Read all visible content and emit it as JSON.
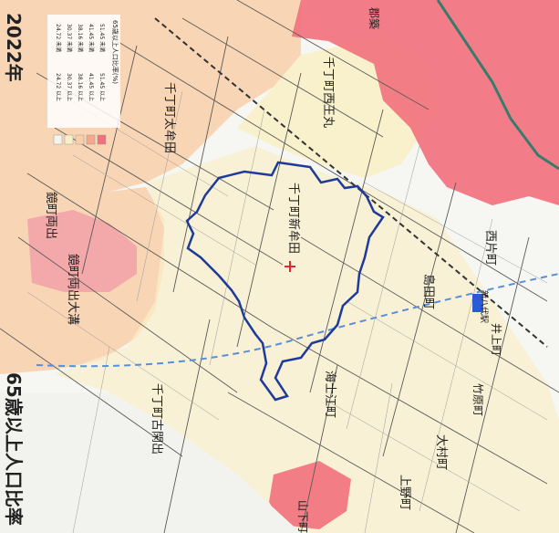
{
  "map": {
    "title": "65歳以上人口比率",
    "year": "2022年",
    "legend": {
      "heading": "65歳以上人口比率(%)",
      "items": [
        {
          "range": "51.45 以上",
          "color": "#f2707c"
        },
        {
          "range": "41.45 以上",
          "color": "#f6a88a"
        },
        {
          "range": "38.16 以上",
          "color": "#f8cfa8"
        },
        {
          "range": "30.37 以上",
          "color": "#faf0c8"
        },
        {
          "range": "24.72 以上",
          "color": "#f4f5ee"
        }
      ],
      "items_right": [
        {
          "range": "51.45 未満"
        },
        {
          "range": "41.45 未満"
        },
        {
          "range": "38.16 未満"
        },
        {
          "range": "30.37 未満"
        },
        {
          "range": "24.72 未満"
        }
      ]
    },
    "places": [
      {
        "id": "sendacho-shinden",
        "name": "千丁町新牟田"
      },
      {
        "id": "sendacho-ota",
        "name": "千丁町太牟田"
      },
      {
        "id": "sendacho-nishi",
        "name": "千丁町古閑出"
      },
      {
        "id": "sendacho-nishiohmaru",
        "name": "千丁町西王丸"
      },
      {
        "id": "kagamimachi-ryoide",
        "name": "鏡町両出"
      },
      {
        "id": "kagamimachi-ryoideotsu",
        "name": "鏡町両出大溝"
      },
      {
        "id": "shimadacho",
        "name": "島田町"
      },
      {
        "id": "nishikatacho",
        "name": "西片町"
      },
      {
        "id": "iimokucho",
        "name": "井上町"
      },
      {
        "id": "takezakicho",
        "name": "竹原町"
      },
      {
        "id": "mochiakicho",
        "name": "海士江町"
      },
      {
        "id": "ohmuracho",
        "name": "大村町"
      },
      {
        "id": "uenocho",
        "name": "上野町"
      },
      {
        "id": "yamashitacho",
        "name": "山下町"
      },
      {
        "id": "nishitsutsu",
        "name": "西片町"
      },
      {
        "id": "kitakagura",
        "name": "郡築"
      }
    ],
    "station_label": "新八代駅"
  }
}
